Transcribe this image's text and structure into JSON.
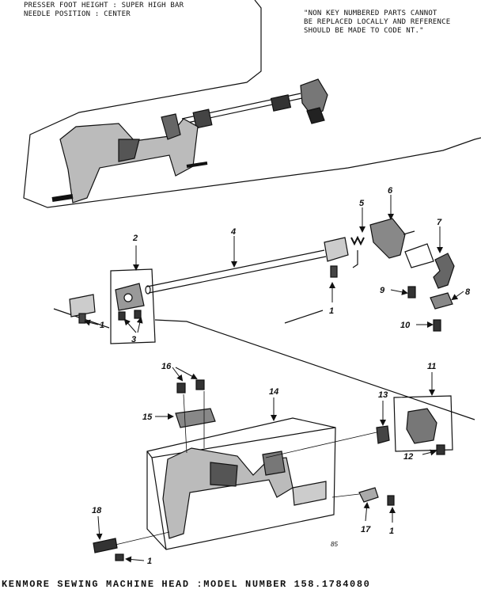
{
  "header": {
    "left_lines": [
      "PRESSER FOOT HEIGHT : SUPER HIGH BAR",
      "NEEDLE POSITION : CENTER"
    ],
    "note_lines": [
      "\"NON KEY NUMBERED PARTS CANNOT",
      "BE REPLACED LOCALLY AND REFERENCE",
      "SHOULD BE MADE TO CODE NT.\""
    ]
  },
  "parts": {
    "p1a": "1",
    "p1b": "1",
    "p1c": "1",
    "p1d": "1",
    "p2": "2",
    "p3": "3",
    "p4": "4",
    "p5": "5",
    "p6": "6",
    "p7": "7",
    "p8": "8",
    "p9": "9",
    "p10": "10",
    "p11": "11",
    "p12": "12",
    "p13": "13",
    "p14": "14",
    "p15": "15",
    "p16": "16",
    "p17": "17",
    "p18": "18"
  },
  "page_mark": "85",
  "footer": "KENMORE SEWING MACHINE HEAD :MODEL NUMBER 158.1784080",
  "colors": {
    "ink": "#111111",
    "paper": "#ffffff"
  }
}
